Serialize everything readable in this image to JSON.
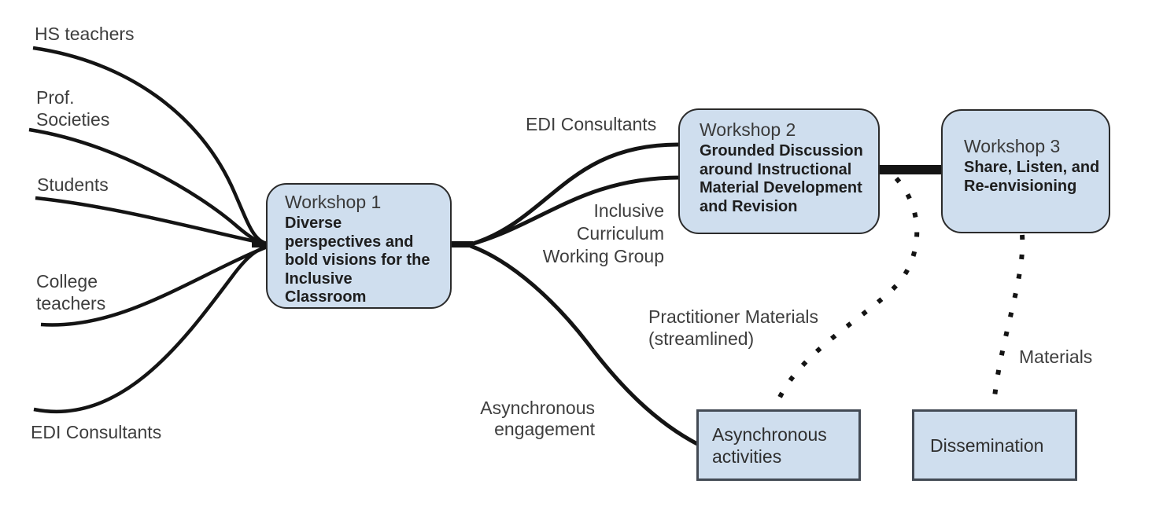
{
  "diagram": {
    "inputs": [
      {
        "label": "HS teachers"
      },
      {
        "label": "Prof.\nSocieties"
      },
      {
        "label": "Students"
      },
      {
        "label": "College\nteachers"
      },
      {
        "label": "EDI Consultants"
      }
    ],
    "workshops": [
      {
        "title": "Workshop 1",
        "body": "Diverse\nperspectives and\nbold visions for the\nInclusive Classroom"
      },
      {
        "title": "Workshop 2",
        "body": "Grounded Discussion\naround Instructional\nMaterial Development\nand Revision"
      },
      {
        "title": "Workshop 3",
        "body": "Share, Listen, and\nRe-envisioning"
      }
    ],
    "activity_nodes": [
      {
        "label": "Asynchronous\nactivities"
      },
      {
        "label": "Dissemination"
      }
    ],
    "edge_labels": {
      "edi_consultants": "EDI Consultants",
      "working_group": "Inclusive\nCurriculum\nWorking Group",
      "async_engagement": "Asynchronous\nengagement",
      "practitioner_materials": "Practitioner Materials\n(streamlined)",
      "materials": "Materials"
    },
    "colors": {
      "node_fill": "#cfdeee",
      "round_node_border": "#2b2b2b",
      "square_node_border": "#434a54",
      "line": "#141414",
      "label_text": "#3e3e3e"
    }
  }
}
